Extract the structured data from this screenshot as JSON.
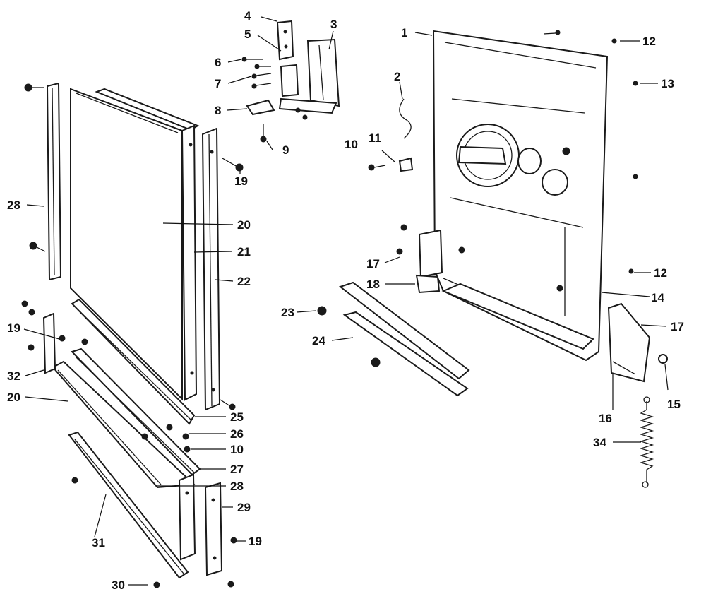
{
  "callouts": [
    {
      "id": "1",
      "text": "1"
    },
    {
      "id": "2",
      "text": "2"
    },
    {
      "id": "3",
      "text": "3"
    },
    {
      "id": "4",
      "text": "4"
    },
    {
      "id": "5",
      "text": "5"
    },
    {
      "id": "6",
      "text": "6"
    },
    {
      "id": "7",
      "text": "7"
    },
    {
      "id": "8",
      "text": "8"
    },
    {
      "id": "9",
      "text": "9"
    },
    {
      "id": "10a",
      "text": "10"
    },
    {
      "id": "11",
      "text": "11"
    },
    {
      "id": "12a",
      "text": "12"
    },
    {
      "id": "13",
      "text": "13"
    },
    {
      "id": "12b",
      "text": "12"
    },
    {
      "id": "14",
      "text": "14"
    },
    {
      "id": "17a",
      "text": "17"
    },
    {
      "id": "18",
      "text": "18"
    },
    {
      "id": "23",
      "text": "23"
    },
    {
      "id": "24",
      "text": "24"
    },
    {
      "id": "17b",
      "text": "17"
    },
    {
      "id": "15",
      "text": "15"
    },
    {
      "id": "16",
      "text": "16"
    },
    {
      "id": "34",
      "text": "34"
    },
    {
      "id": "28a",
      "text": "28"
    },
    {
      "id": "19a",
      "text": "19"
    },
    {
      "id": "20a",
      "text": "20"
    },
    {
      "id": "21",
      "text": "21"
    },
    {
      "id": "22",
      "text": "22"
    },
    {
      "id": "19b",
      "text": "19"
    },
    {
      "id": "32",
      "text": "32"
    },
    {
      "id": "20b",
      "text": "20"
    },
    {
      "id": "25",
      "text": "25"
    },
    {
      "id": "26",
      "text": "26"
    },
    {
      "id": "10b",
      "text": "10"
    },
    {
      "id": "27",
      "text": "27"
    },
    {
      "id": "28b",
      "text": "28"
    },
    {
      "id": "29",
      "text": "29"
    },
    {
      "id": "19c",
      "text": "19"
    },
    {
      "id": "31",
      "text": "31"
    },
    {
      "id": "30",
      "text": "30"
    }
  ]
}
